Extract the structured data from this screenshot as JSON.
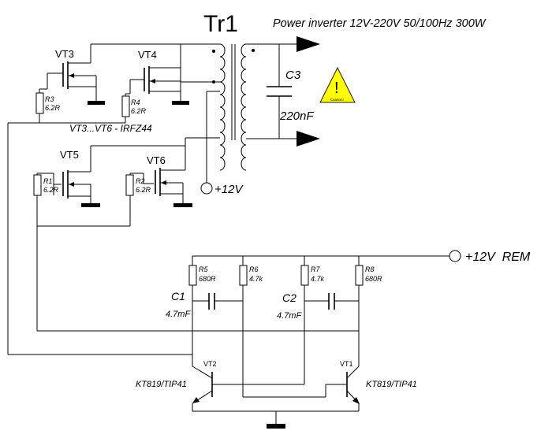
{
  "title": "Power inverter 12V-220V 50/100Hz 300W",
  "transformer": {
    "label": "Tr1"
  },
  "warning": {
    "symbol": "!",
    "caption": "Caution!",
    "fill": "#ffff00"
  },
  "capacitor_out": {
    "label": "C3",
    "value": "220nF"
  },
  "mosfets": {
    "vt3": "VT3",
    "vt4": "VT4",
    "vt5": "VT5",
    "vt6": "VT6",
    "note": "VT3...VT6 - IRFZ44"
  },
  "gate_resistors": [
    {
      "label": "R3",
      "value": "6.2R"
    },
    {
      "label": "R4",
      "value": "6.2R"
    },
    {
      "label": "R1",
      "value": "6.2R"
    },
    {
      "label": "R2",
      "value": "6.2R"
    }
  ],
  "power": {
    "main": "+12V",
    "remote": "+12V  REM"
  },
  "oscillator_resistors": [
    {
      "label": "R5",
      "value": "680R"
    },
    {
      "label": "R6",
      "value": "4.7k"
    },
    {
      "label": "R7",
      "value": "4.7k"
    },
    {
      "label": "R8",
      "value": "680R"
    }
  ],
  "oscillator_caps": [
    {
      "label": "C1",
      "value": "4.7mF"
    },
    {
      "label": "C2",
      "value": "4.7mF"
    }
  ],
  "bjts": {
    "vt2": "VT2",
    "vt1": "VT1",
    "vt2_part": "KT819/TIP41",
    "vt1_part": "KT819/TIP41"
  }
}
